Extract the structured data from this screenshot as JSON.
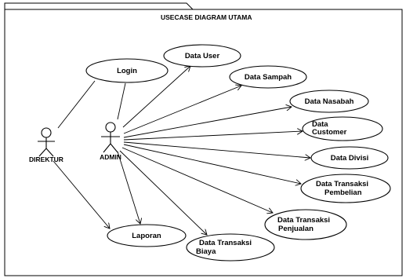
{
  "diagram": {
    "title": "USECASE DIAGRAM UTAMA",
    "actors": [
      {
        "id": "direktur",
        "label": "DIREKTUR"
      },
      {
        "id": "admin",
        "label": "ADMIN"
      }
    ],
    "use_cases": [
      {
        "id": "login",
        "lines": [
          "Login"
        ]
      },
      {
        "id": "data-user",
        "lines": [
          "Data User"
        ]
      },
      {
        "id": "data-sampah",
        "lines": [
          "Data Sampah"
        ]
      },
      {
        "id": "data-nasabah",
        "lines": [
          "Data Nasabah"
        ]
      },
      {
        "id": "data-customer",
        "lines": [
          "Data",
          "Customer"
        ]
      },
      {
        "id": "data-divisi",
        "lines": [
          "Data Divisi"
        ]
      },
      {
        "id": "data-transaksi-pembelian",
        "lines": [
          "Data Transaksi",
          "Pembelian"
        ]
      },
      {
        "id": "data-transaksi-penjualan",
        "lines": [
          "Data Transaksi",
          "Penjualan"
        ]
      },
      {
        "id": "data-transaksi-biaya",
        "lines": [
          "Data Transaksi",
          "Biaya"
        ]
      },
      {
        "id": "laporan",
        "lines": [
          "Laporan"
        ]
      }
    ],
    "associations": [
      {
        "from": "direktur",
        "to": "login",
        "arrow": false
      },
      {
        "from": "direktur",
        "to": "laporan",
        "arrow": true
      },
      {
        "from": "admin",
        "to": "login",
        "arrow": false
      },
      {
        "from": "admin",
        "to": "laporan",
        "arrow": true
      },
      {
        "from": "admin",
        "to": "data-user",
        "arrow": true
      },
      {
        "from": "admin",
        "to": "data-sampah",
        "arrow": true
      },
      {
        "from": "admin",
        "to": "data-nasabah",
        "arrow": true
      },
      {
        "from": "admin",
        "to": "data-customer",
        "arrow": true
      },
      {
        "from": "admin",
        "to": "data-divisi",
        "arrow": true
      },
      {
        "from": "admin",
        "to": "data-transaksi-pembelian",
        "arrow": true
      },
      {
        "from": "admin",
        "to": "data-transaksi-penjualan",
        "arrow": true
      },
      {
        "from": "admin",
        "to": "data-transaksi-biaya",
        "arrow": true
      }
    ]
  }
}
